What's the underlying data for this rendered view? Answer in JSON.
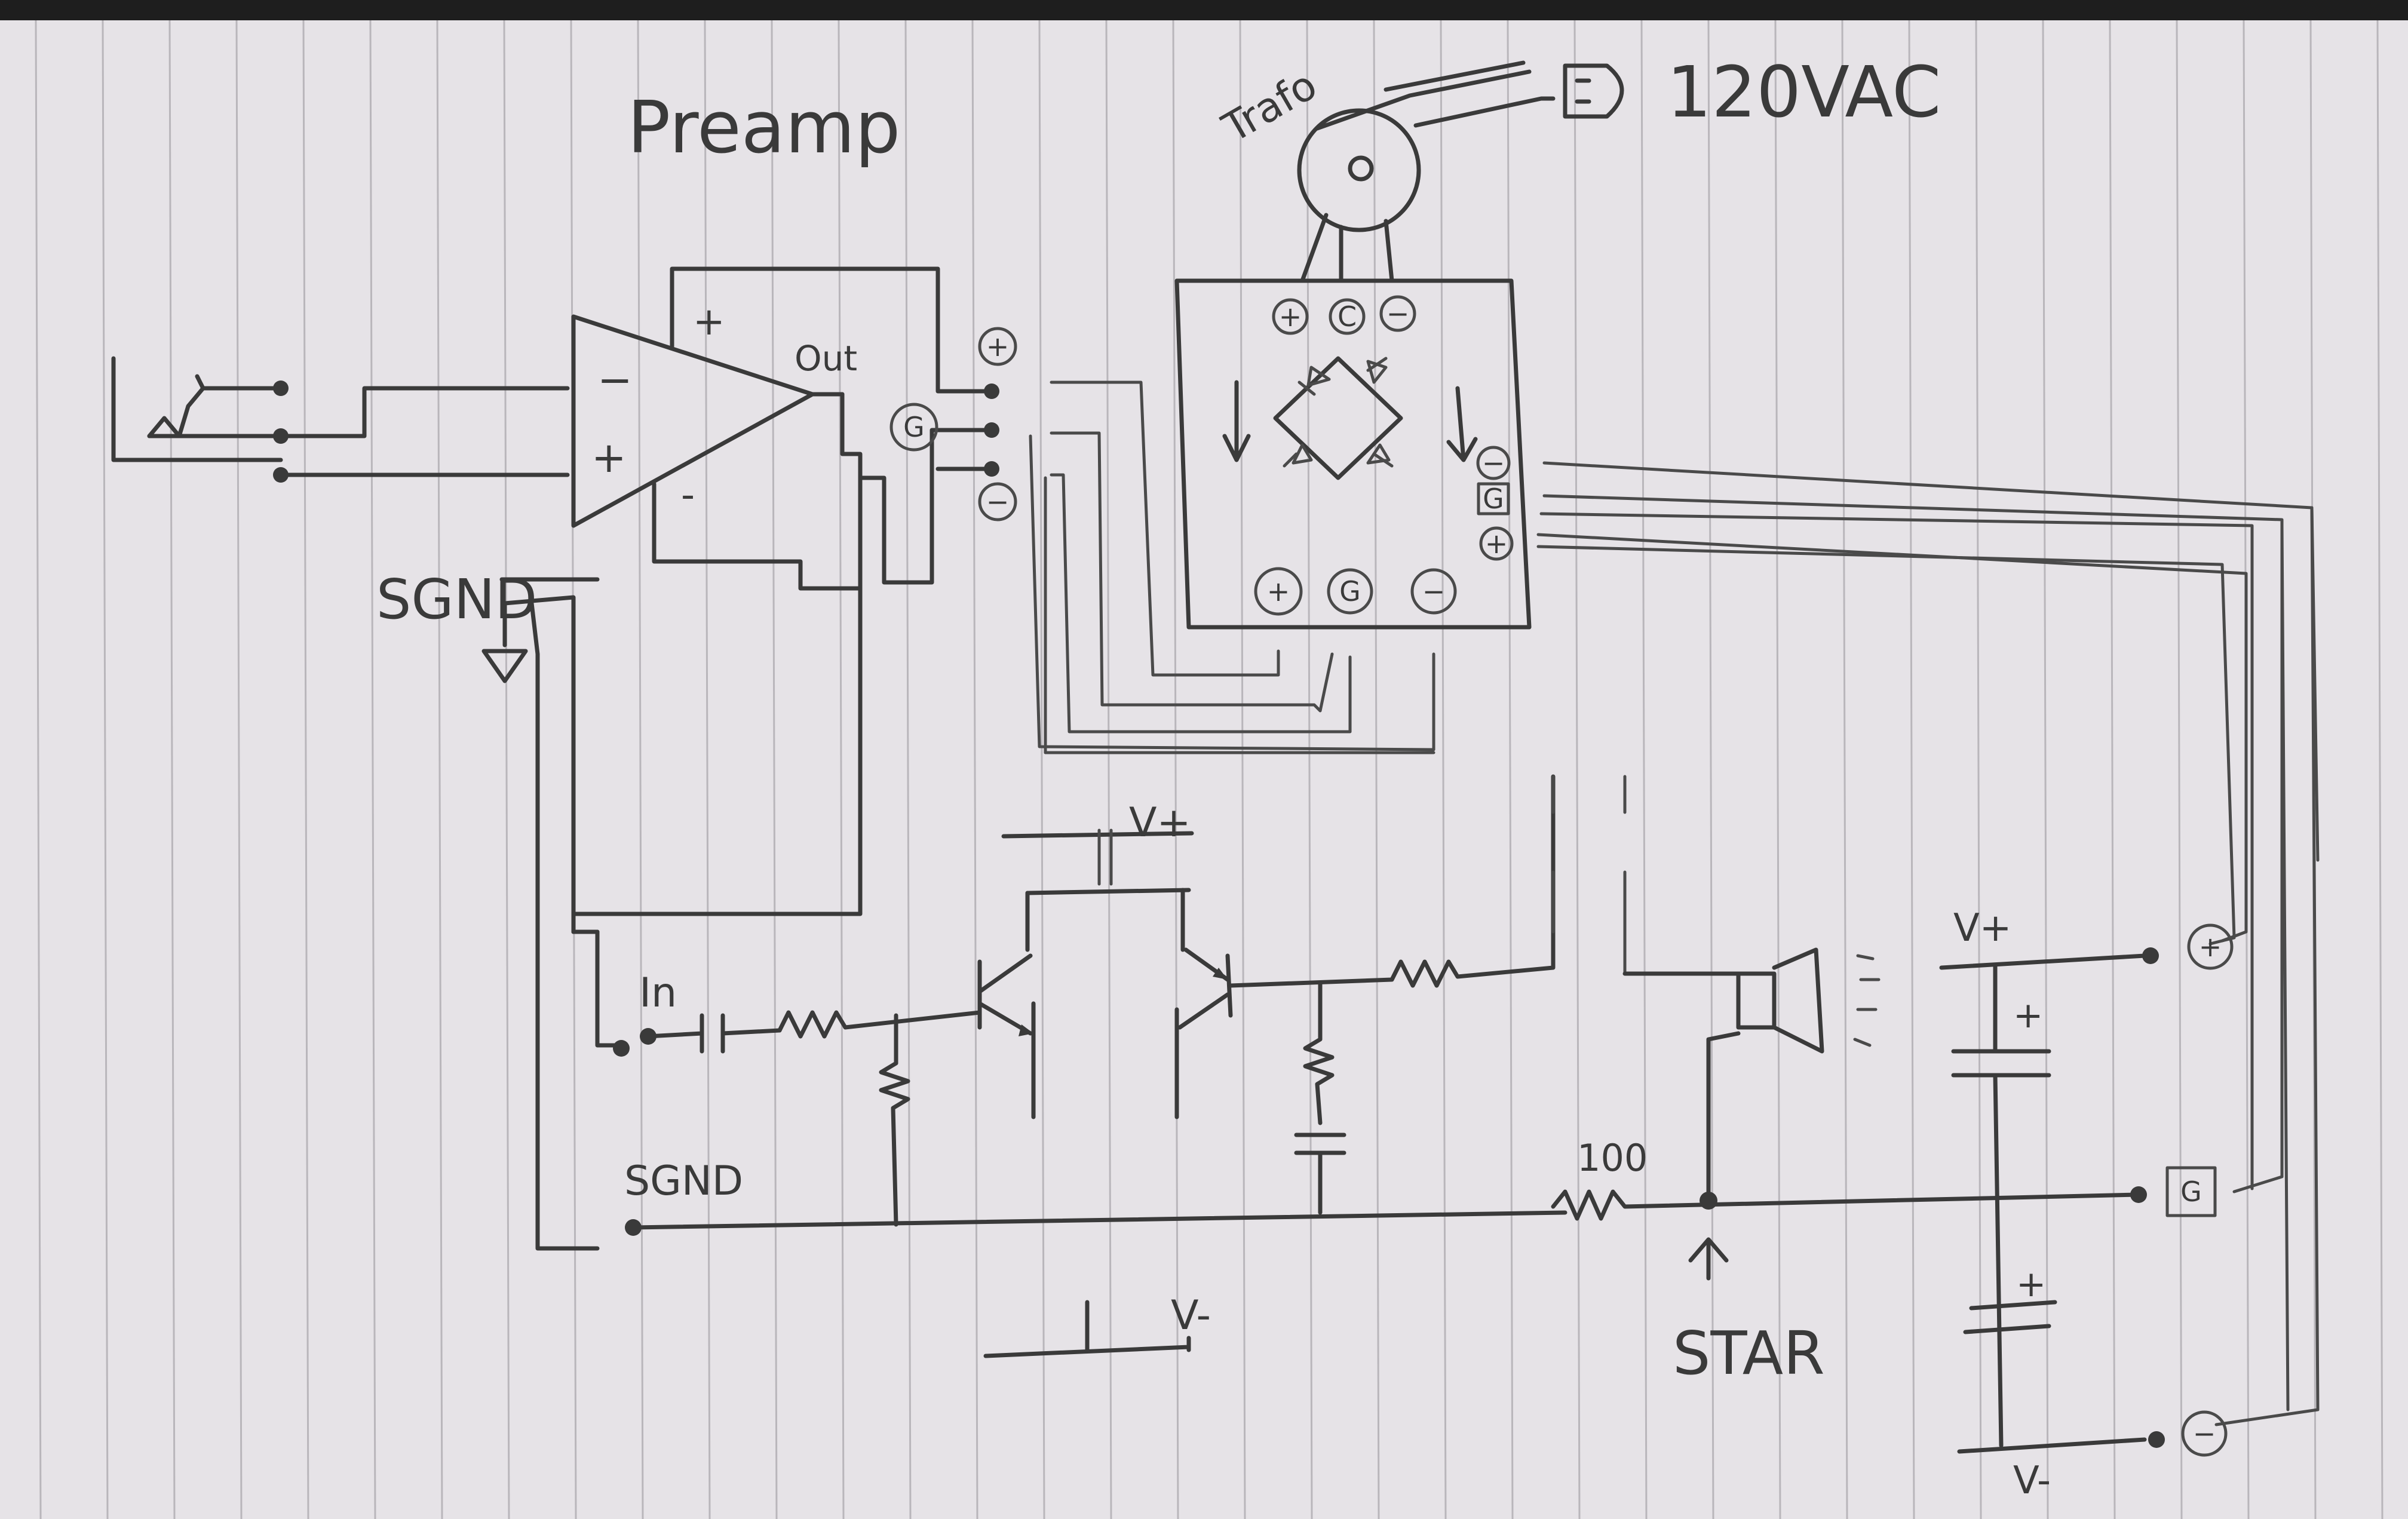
{
  "labels": {
    "preamp": "Preamp",
    "trafo": "Trafo",
    "mains": "120VAC",
    "sgnd_top": "SGND",
    "sgnd_bottom": "SGND",
    "opamp_out": "Out",
    "opamp_inv": "−",
    "opamp_noninv": "+",
    "opamp_vplus": "+",
    "opamp_vminus": "-",
    "amp_in": "In",
    "vplus_rail": "V+",
    "vminus_rail": "V-",
    "vplus_cap": "V+",
    "vminus_cap": "V-",
    "resistor_value": "100",
    "star": "STAR",
    "cap_plus_top": "+",
    "cap_plus_bottom": "+"
  },
  "terminals": {
    "preamp_plus": "+",
    "preamp_gnd": "G",
    "preamp_minus": "−",
    "bridge_top_plus": "+",
    "bridge_top_c": "C",
    "bridge_top_minus": "−",
    "bridge_right_minus": "−",
    "bridge_right_gnd": "G",
    "bridge_right_plus": "+",
    "bridge_bottom_plus": "+",
    "bridge_bottom_gnd": "G",
    "bridge_bottom_minus": "−",
    "supply_plus": "+",
    "supply_gnd": "G",
    "supply_minus": "−"
  },
  "colors": {
    "paper": "#e6e3e7",
    "ink": "#3a3a3a",
    "rule": "#b9b6bb"
  }
}
